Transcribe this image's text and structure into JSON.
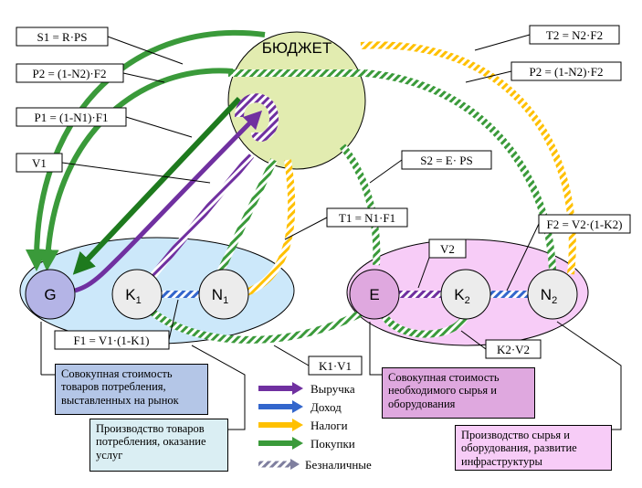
{
  "budget": "БЮДЖЕТ",
  "nodes": {
    "G": "G",
    "K1": "K",
    "K1_sub": "1",
    "N1": "N",
    "N1_sub": "1",
    "E": "E",
    "K2": "K",
    "K2_sub": "2",
    "N2": "N",
    "N2_sub": "2"
  },
  "formulas": {
    "S1": "S1 = R·PS",
    "P2_left": "P2 = (1-N2)·F2",
    "P1": "P1 = (1-N1)·F1",
    "V1": "V1",
    "T2": "T2 = N2·F2",
    "P2_right": "P2 = (1-N2)·F2",
    "S2": "S2 = E· PS",
    "T1": "T1 = N1·F1",
    "V2": "V2",
    "F2": "F2 = V2·(1-K2)",
    "F1": "F1 = V1·(1-K1)",
    "K1V1": "K1·V1",
    "K2V2": "K2·V2"
  },
  "boxes": {
    "consumer_value": "Совокупная стоимость товаров потребления, выставленных на рынок",
    "consumer_production": "Производство товаров потребления, оказание услуг",
    "raw_value": "Совокупная стоимость необходимого сырья и оборудования",
    "raw_production": "Производство сырья и оборудования, развитие инфраструктуры"
  },
  "legend": [
    {
      "label": "Выручка",
      "color": "#7030a0"
    },
    {
      "label": "Доход",
      "color": "#3366cc"
    },
    {
      "label": "Налоги",
      "color": "#ffc000"
    },
    {
      "label": "Покупки",
      "color": "#3a9a3a"
    },
    {
      "label": "Безналичные",
      "color": "#7f7f9f"
    }
  ],
  "colors": {
    "budget_fill": "#e2ecb0",
    "consumer_fill": "#cce8fa",
    "raw_fill": "#f7ccf7",
    "G_fill": "#b4b4e6",
    "E_fill": "#dfa8df",
    "node_fill": "#ececec"
  }
}
